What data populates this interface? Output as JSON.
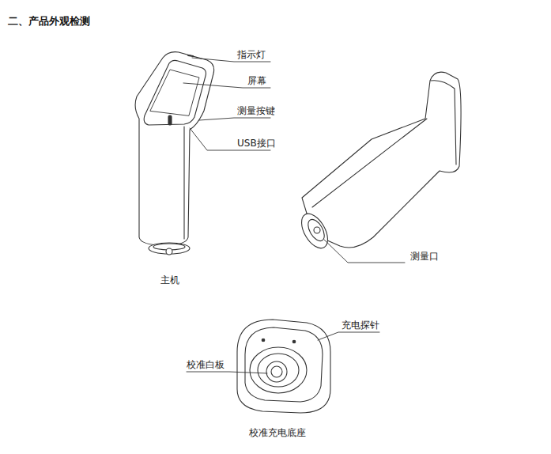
{
  "diagram": {
    "title": "二、产品外观检测",
    "labels": [
      "指示灯",
      "屏幕",
      "测量按键",
      "USB接口",
      "主机",
      "测量口",
      "充电探针",
      "校准白板",
      "校准充电底座"
    ]
  }
}
